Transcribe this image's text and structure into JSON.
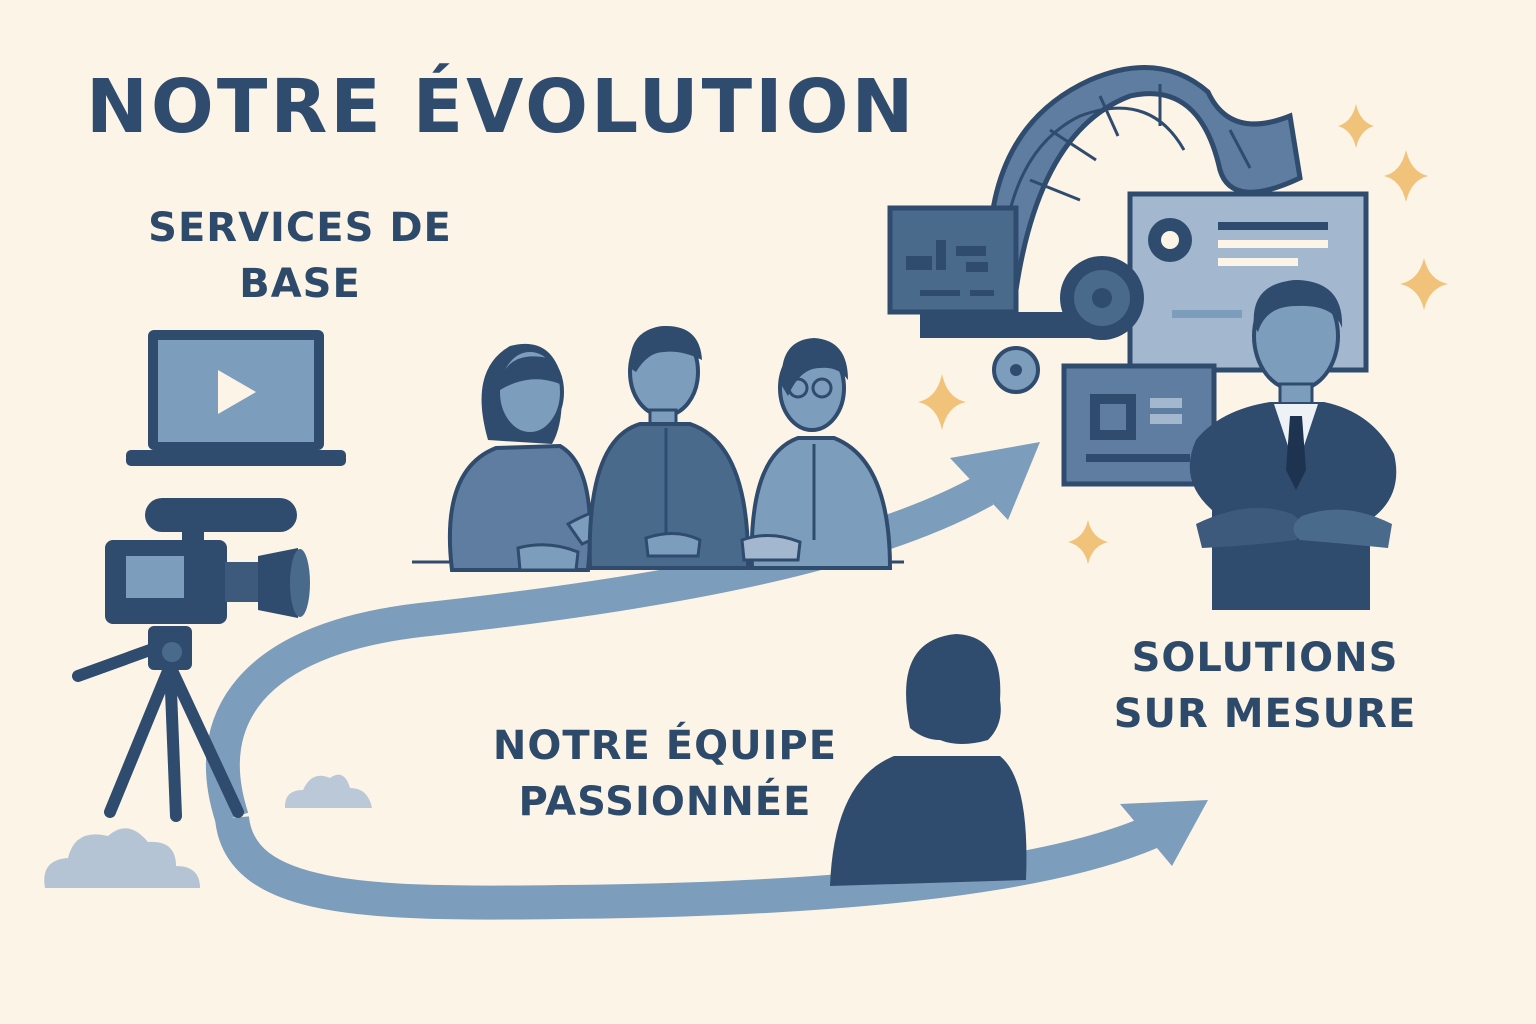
{
  "page": {
    "title": "NOTRE ÉVOLUTION",
    "background_color": "#fcf4e6",
    "accent_color": "#2f4b6e",
    "arrow_color": "#7d9dbd",
    "sparkle_color": "#f0c27a"
  },
  "stages": [
    {
      "id": "services-de-base",
      "label_lines": [
        "SERVICES DE",
        "BASE"
      ],
      "icons": [
        "laptop-play-icon",
        "video-camera-icon",
        "tripod-icon",
        "cloud-icon"
      ]
    },
    {
      "id": "notre-equipe",
      "label_lines": [
        "NOTRE ÉQUIPE",
        "PASSIONNÉE"
      ],
      "icons": [
        "team-discussion-illustration",
        "person-silhouette-icon",
        "cloud-icon"
      ]
    },
    {
      "id": "solutions-sur-mesure",
      "label_lines": [
        "SOLUTIONS",
        "SUR MESURE"
      ],
      "icons": [
        "film-strip-icon",
        "monitor-icon",
        "gear-icon",
        "profile-card-icon",
        "dashboard-icon",
        "businessman-icon",
        "sparkle-icon"
      ]
    }
  ]
}
